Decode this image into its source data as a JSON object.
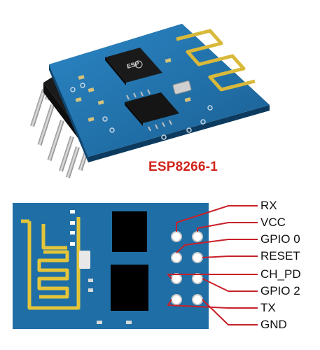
{
  "module_title": "ESP8266-1",
  "chip_marking": "ESP",
  "colors": {
    "board_blue": "#1f6fa6",
    "label_red": "#d0241b",
    "leader_red": "#c8202a",
    "antenna_gold": "#e4c53a"
  },
  "pinout": [
    {
      "label": "RX"
    },
    {
      "label": "VCC"
    },
    {
      "label": "GPIO 0"
    },
    {
      "label": "RESET"
    },
    {
      "label": "CH_PD"
    },
    {
      "label": "GPIO 2"
    },
    {
      "label": "TX"
    },
    {
      "label": "GND"
    }
  ]
}
